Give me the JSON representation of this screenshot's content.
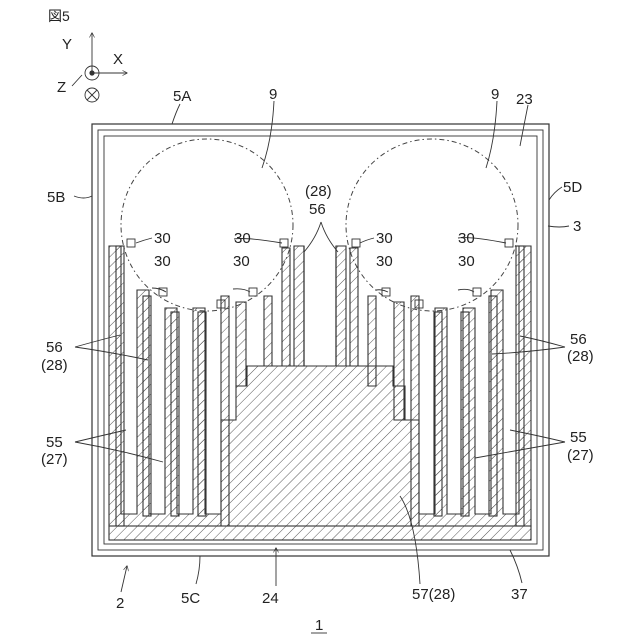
{
  "figure_title": "図5",
  "axes": {
    "y": "Y",
    "x": "X",
    "z": "Z"
  },
  "labels": {
    "outer_frame_top": "5A",
    "outer_frame_left": "5B",
    "outer_frame_bottom": "5C",
    "outer_frame_right": "5D",
    "circle_left": "9",
    "circle_right": "9",
    "corner_region": "23",
    "inner_boundary": "3",
    "center_paren": "(28)",
    "center_num": "56",
    "pad": "30",
    "left_56": "56",
    "left_56_paren": "(28)",
    "left_55": "55",
    "left_55_paren": "(27)",
    "right_56": "56",
    "right_56_paren": "(28)",
    "right_55": "55",
    "right_55_paren": "(27)",
    "bottom_2": "2",
    "bottom_24": "24",
    "bottom_57": "57(28)",
    "bottom_37": "37",
    "figure_number": "1"
  },
  "colors": {
    "line": "#333333",
    "background": "#ffffff"
  }
}
